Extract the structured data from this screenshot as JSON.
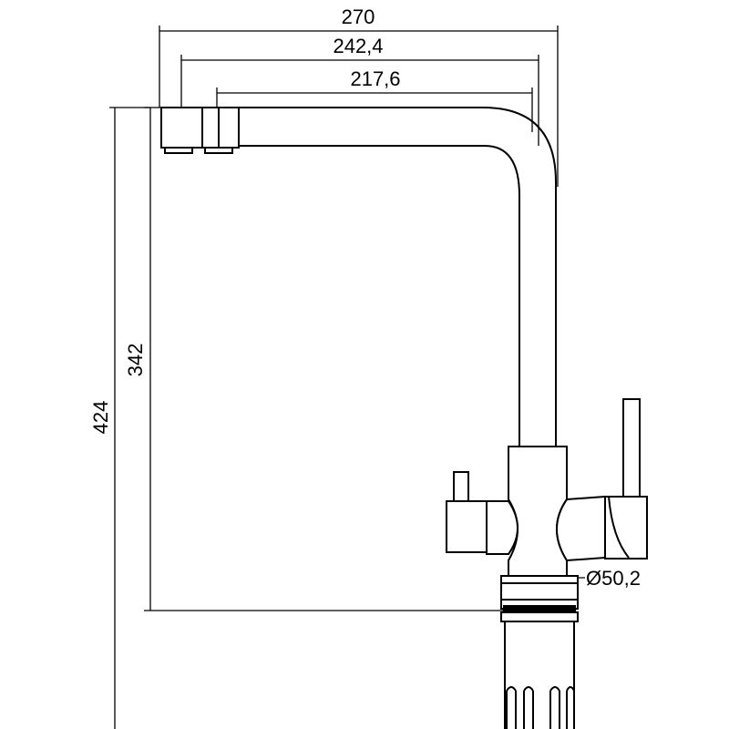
{
  "dimensions": {
    "overall_width": "270",
    "mid_width": "242,4",
    "spout_width": "217,6",
    "spout_height": "342",
    "overall_height": "424",
    "base_diameter": "Ø50,2"
  },
  "colors": {
    "line": "#000000",
    "background": "#ffffff"
  }
}
